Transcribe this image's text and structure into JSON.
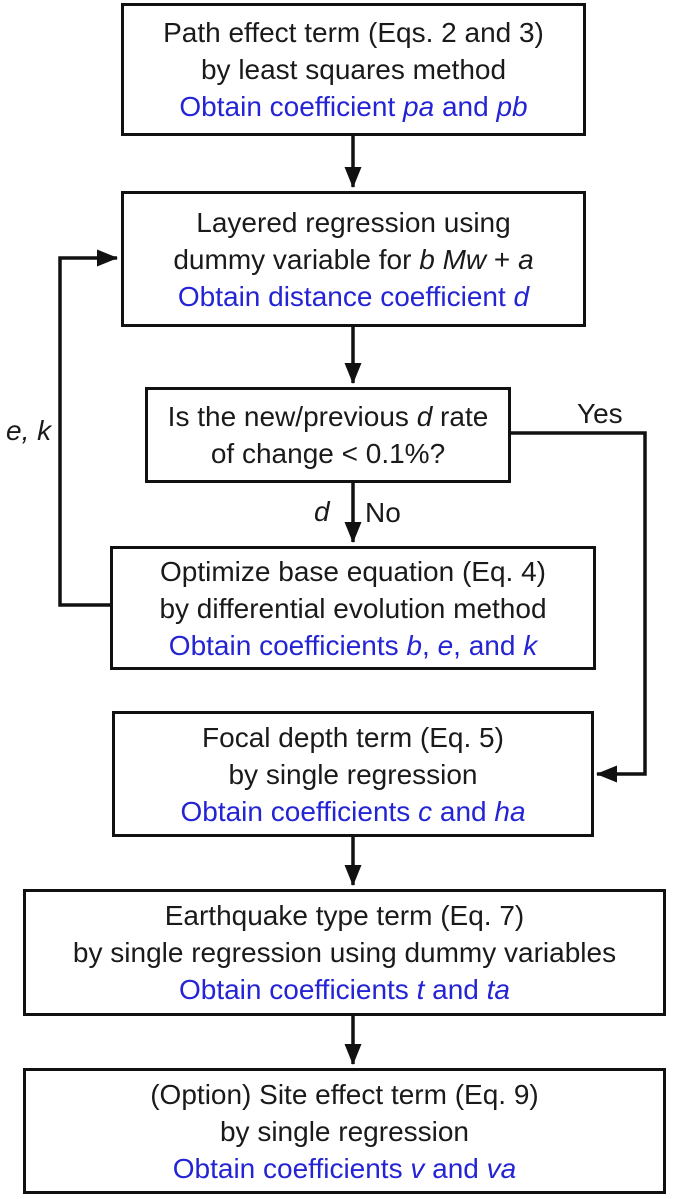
{
  "figure": {
    "background": "#ffffff",
    "ink": "#1a1a1a",
    "accent_blue": "#2424d4"
  },
  "boxes": [
    {
      "id": "path-effect",
      "lines": [
        {
          "blue": false,
          "segments": [
            {
              "text": "Path effect term (Eqs. 2 and 3)",
              "italic": false
            }
          ]
        },
        {
          "blue": false,
          "segments": [
            {
              "text": "by least squares method",
              "italic": false
            }
          ]
        },
        {
          "blue": true,
          "segments": [
            {
              "text": "Obtain coefficient ",
              "italic": false
            },
            {
              "text": "pa",
              "italic": true
            },
            {
              "text": " and ",
              "italic": false
            },
            {
              "text": "pb",
              "italic": true
            }
          ]
        }
      ]
    },
    {
      "id": "layered-regression",
      "lines": [
        {
          "blue": false,
          "segments": [
            {
              "text": "Layered regression using",
              "italic": false
            }
          ]
        },
        {
          "blue": false,
          "segments": [
            {
              "text": "dummy variable for ",
              "italic": false
            },
            {
              "text": "b Mw",
              "italic": true
            },
            {
              "text": " + ",
              "italic": false
            },
            {
              "text": "a",
              "italic": true
            }
          ]
        },
        {
          "blue": true,
          "segments": [
            {
              "text": "Obtain distance coefficient ",
              "italic": false
            },
            {
              "text": "d",
              "italic": true
            }
          ]
        }
      ]
    },
    {
      "id": "convergence-check",
      "lines": [
        {
          "blue": false,
          "segments": [
            {
              "text": "Is the new/previous ",
              "italic": false
            },
            {
              "text": "d",
              "italic": true
            },
            {
              "text": " rate",
              "italic": false
            }
          ]
        },
        {
          "blue": false,
          "segments": [
            {
              "text": "of change < 0.1%?",
              "italic": false
            }
          ]
        }
      ]
    },
    {
      "id": "optimize-base",
      "lines": [
        {
          "blue": false,
          "segments": [
            {
              "text": "Optimize base equation (Eq. 4)",
              "italic": false
            }
          ]
        },
        {
          "blue": false,
          "segments": [
            {
              "text": "by differential evolution method",
              "italic": false
            }
          ]
        },
        {
          "blue": true,
          "segments": [
            {
              "text": "Obtain coefficients ",
              "italic": false
            },
            {
              "text": "b",
              "italic": true
            },
            {
              "text": ", ",
              "italic": false
            },
            {
              "text": "e",
              "italic": true
            },
            {
              "text": ", and ",
              "italic": false
            },
            {
              "text": "k",
              "italic": true
            }
          ]
        }
      ]
    },
    {
      "id": "focal-depth",
      "lines": [
        {
          "blue": false,
          "segments": [
            {
              "text": "Focal depth term (Eq. 5)",
              "italic": false
            }
          ]
        },
        {
          "blue": false,
          "segments": [
            {
              "text": "by single regression",
              "italic": false
            }
          ]
        },
        {
          "blue": true,
          "segments": [
            {
              "text": "Obtain coefficients ",
              "italic": false
            },
            {
              "text": "c",
              "italic": true
            },
            {
              "text": " and ",
              "italic": false
            },
            {
              "text": "ha",
              "italic": true
            }
          ]
        }
      ]
    },
    {
      "id": "earthquake-type",
      "lines": [
        {
          "blue": false,
          "segments": [
            {
              "text": "Earthquake type term (Eq. 7)",
              "italic": false
            }
          ]
        },
        {
          "blue": false,
          "segments": [
            {
              "text": "by single regression using dummy variables",
              "italic": false
            }
          ]
        },
        {
          "blue": true,
          "segments": [
            {
              "text": "Obtain coefficients ",
              "italic": false
            },
            {
              "text": "t",
              "italic": true
            },
            {
              "text": " and ",
              "italic": false
            },
            {
              "text": "ta",
              "italic": true
            }
          ]
        }
      ]
    },
    {
      "id": "site-effect",
      "lines": [
        {
          "blue": false,
          "segments": [
            {
              "text": "(Option) Site effect term (Eq. 9)",
              "italic": false
            }
          ]
        },
        {
          "blue": false,
          "segments": [
            {
              "text": "by single regression",
              "italic": false
            }
          ]
        },
        {
          "blue": true,
          "segments": [
            {
              "text": "Obtain coefficients ",
              "italic": false
            },
            {
              "text": "v",
              "italic": true
            },
            {
              "text": " and ",
              "italic": false
            },
            {
              "text": "va",
              "italic": true
            }
          ]
        }
      ]
    }
  ],
  "labels": {
    "yes": "Yes",
    "no": "No",
    "d_pass": "d",
    "ek_feedback": "e, k"
  }
}
